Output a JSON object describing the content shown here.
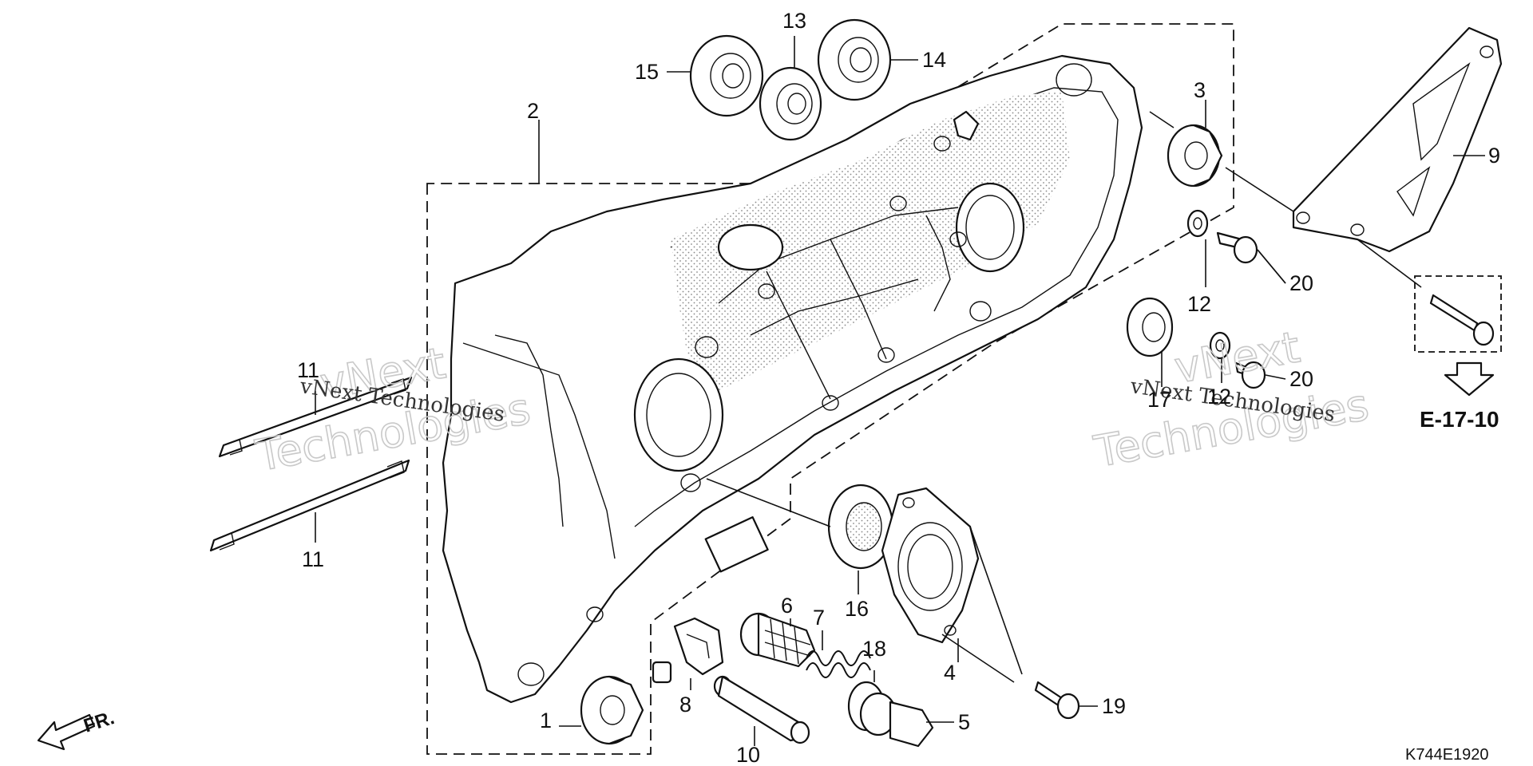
{
  "diagram": {
    "callouts": [
      {
        "id": "1",
        "label": "1"
      },
      {
        "id": "2",
        "label": "2"
      },
      {
        "id": "3",
        "label": "3"
      },
      {
        "id": "4",
        "label": "4"
      },
      {
        "id": "5",
        "label": "5"
      },
      {
        "id": "6",
        "label": "6"
      },
      {
        "id": "7",
        "label": "7"
      },
      {
        "id": "8",
        "label": "8"
      },
      {
        "id": "9",
        "label": "9"
      },
      {
        "id": "10",
        "label": "10"
      },
      {
        "id": "11a",
        "label": "11"
      },
      {
        "id": "11b",
        "label": "11"
      },
      {
        "id": "12a",
        "label": "12"
      },
      {
        "id": "12b",
        "label": "12"
      },
      {
        "id": "13",
        "label": "13"
      },
      {
        "id": "14",
        "label": "14"
      },
      {
        "id": "15",
        "label": "15"
      },
      {
        "id": "16",
        "label": "16"
      },
      {
        "id": "17",
        "label": "17"
      },
      {
        "id": "18",
        "label": "18"
      },
      {
        "id": "19",
        "label": "19"
      },
      {
        "id": "20a",
        "label": "20"
      },
      {
        "id": "20b",
        "label": "20"
      }
    ],
    "reference": "E-17-10",
    "direction_label": "FR.",
    "drawing_code": "K744E1920",
    "watermark_logo": "vNext",
    "watermark_text": "Technologies",
    "watermark_caption": "vNext Technologies"
  }
}
